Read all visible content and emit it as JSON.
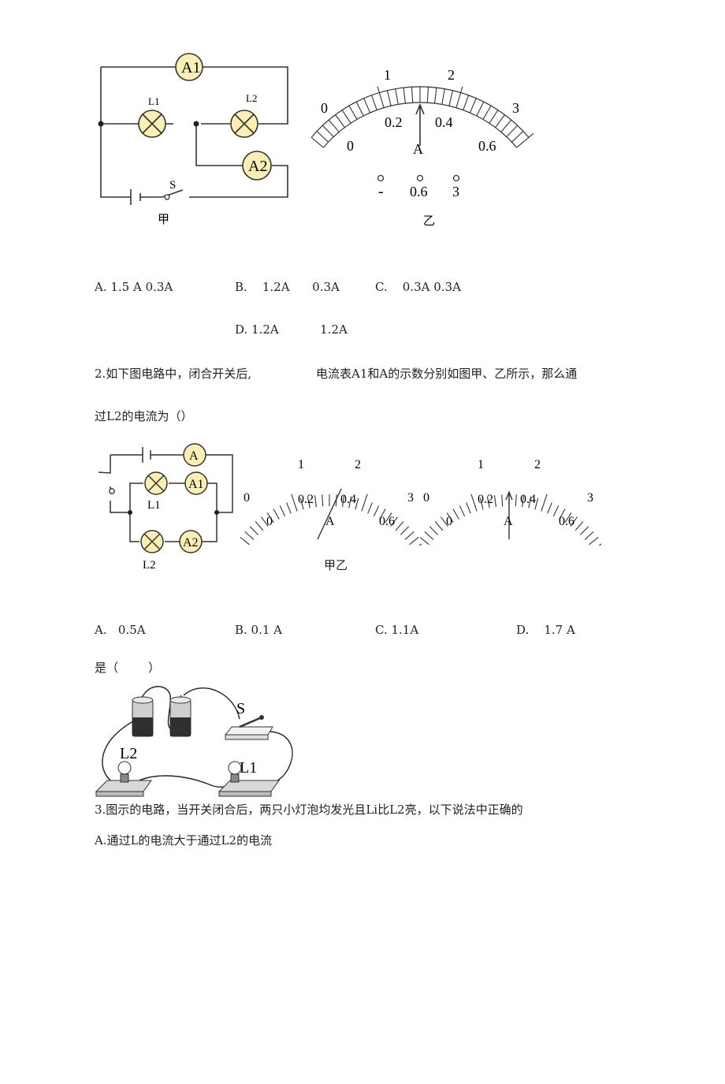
{
  "fig1": {
    "ammeter_a1": "A1",
    "lamp_l1": "L1",
    "lamp_l2": "L2",
    "ammeter_a2": "A2",
    "switch_s": "S",
    "caption_jia": "甲",
    "dial_top_labels": [
      "0",
      "1",
      "2",
      "3"
    ],
    "dial_bottom_labels": [
      "0",
      "0.2",
      "0.4",
      "0.6"
    ],
    "dial_unit": "A",
    "terminals": [
      "-",
      "0.6",
      "3"
    ],
    "caption_yi": "乙"
  },
  "q1_options": {
    "a": "A.   1.5 A 0.3A",
    "b": "B.    1.2A      0.3A",
    "c": "C.    0.3A 0.3A",
    "d": "D. 1.2A           1.2A"
  },
  "q2": {
    "stem_part1": "2.如下图电路中，闭合开关后,",
    "stem_part2": "电流表A1和A的示数分别如图甲、乙所示，那么通",
    "stem_line2": "过L2的电流为（）",
    "fig": {
      "ammeter_a": "A",
      "ammeter_a1": "A1",
      "ammeter_a2": "A2",
      "lamp_l1": "L1",
      "lamp_l2": "L2",
      "dial_top_labels": [
        "0",
        "1",
        "2",
        "3"
      ],
      "dial_bottom_labels": [
        "0",
        "0.2",
        "0.4",
        "0.6"
      ],
      "dial_unit": "A",
      "caption": "甲乙"
    },
    "options": {
      "a": "A.   0.5A",
      "b": "B. 0.1 A",
      "c": "C. 1.1A",
      "d": "D.    1.7 A"
    }
  },
  "q3": {
    "stem_fragment": "是（        ）",
    "fig": {
      "switch_s": "S",
      "lamp_l1": "L1",
      "lamp_l2": "L2"
    },
    "stem": "3.图示的电路，当开关闭合后，两只小灯泡均发光且Li比L2亮，以下说法中正确的",
    "option_a": "A.通过L的电流大于通过L2的电流"
  }
}
